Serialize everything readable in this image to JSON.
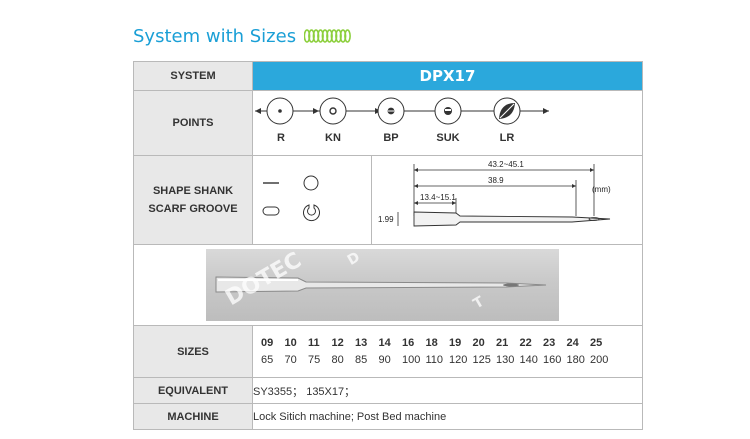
{
  "heading": {
    "title": "System with Sizes"
  },
  "header": {
    "system_label": "SYSTEM",
    "system_value": "DPX17"
  },
  "points": {
    "label": "POINTS",
    "items": [
      {
        "code": "R"
      },
      {
        "code": "KN"
      },
      {
        "code": "BP"
      },
      {
        "code": "SUK"
      },
      {
        "code": "LR"
      }
    ]
  },
  "shape": {
    "label_line1": "SHAPE SHANK",
    "label_line2": "SCARF GROOVE",
    "drawing": {
      "overall_length": "43.2~45.1",
      "length_2": "38.9",
      "length_3": "13.4~15.1",
      "diameter": "1.99",
      "unit": "(mm)"
    }
  },
  "photo": {
    "watermark_1": "DOTEC",
    "watermark_2": "D",
    "watermark_3": "T"
  },
  "sizes": {
    "label": "SIZES",
    "nm_sizes": [
      "09",
      "10",
      "11",
      "12",
      "13",
      "14",
      "16",
      "18",
      "19",
      "20",
      "21",
      "22",
      "23",
      "24",
      "25"
    ],
    "metric_sizes": [
      "65",
      "70",
      "75",
      "80",
      "85",
      "90",
      "100",
      "110",
      "120",
      "125",
      "130",
      "140",
      "160",
      "180",
      "200"
    ]
  },
  "equivalent": {
    "label": "EQUIVALENT",
    "value": "SY3355； 135X17；"
  },
  "machine": {
    "label": "MACHINE",
    "value": "Lock Sitich machine; Post Bed machine"
  },
  "colors": {
    "accent": "#2ba8dc",
    "heading": "#1a9fd6",
    "label_bg": "#e8e8e8",
    "coil": "#8ccf3c"
  }
}
